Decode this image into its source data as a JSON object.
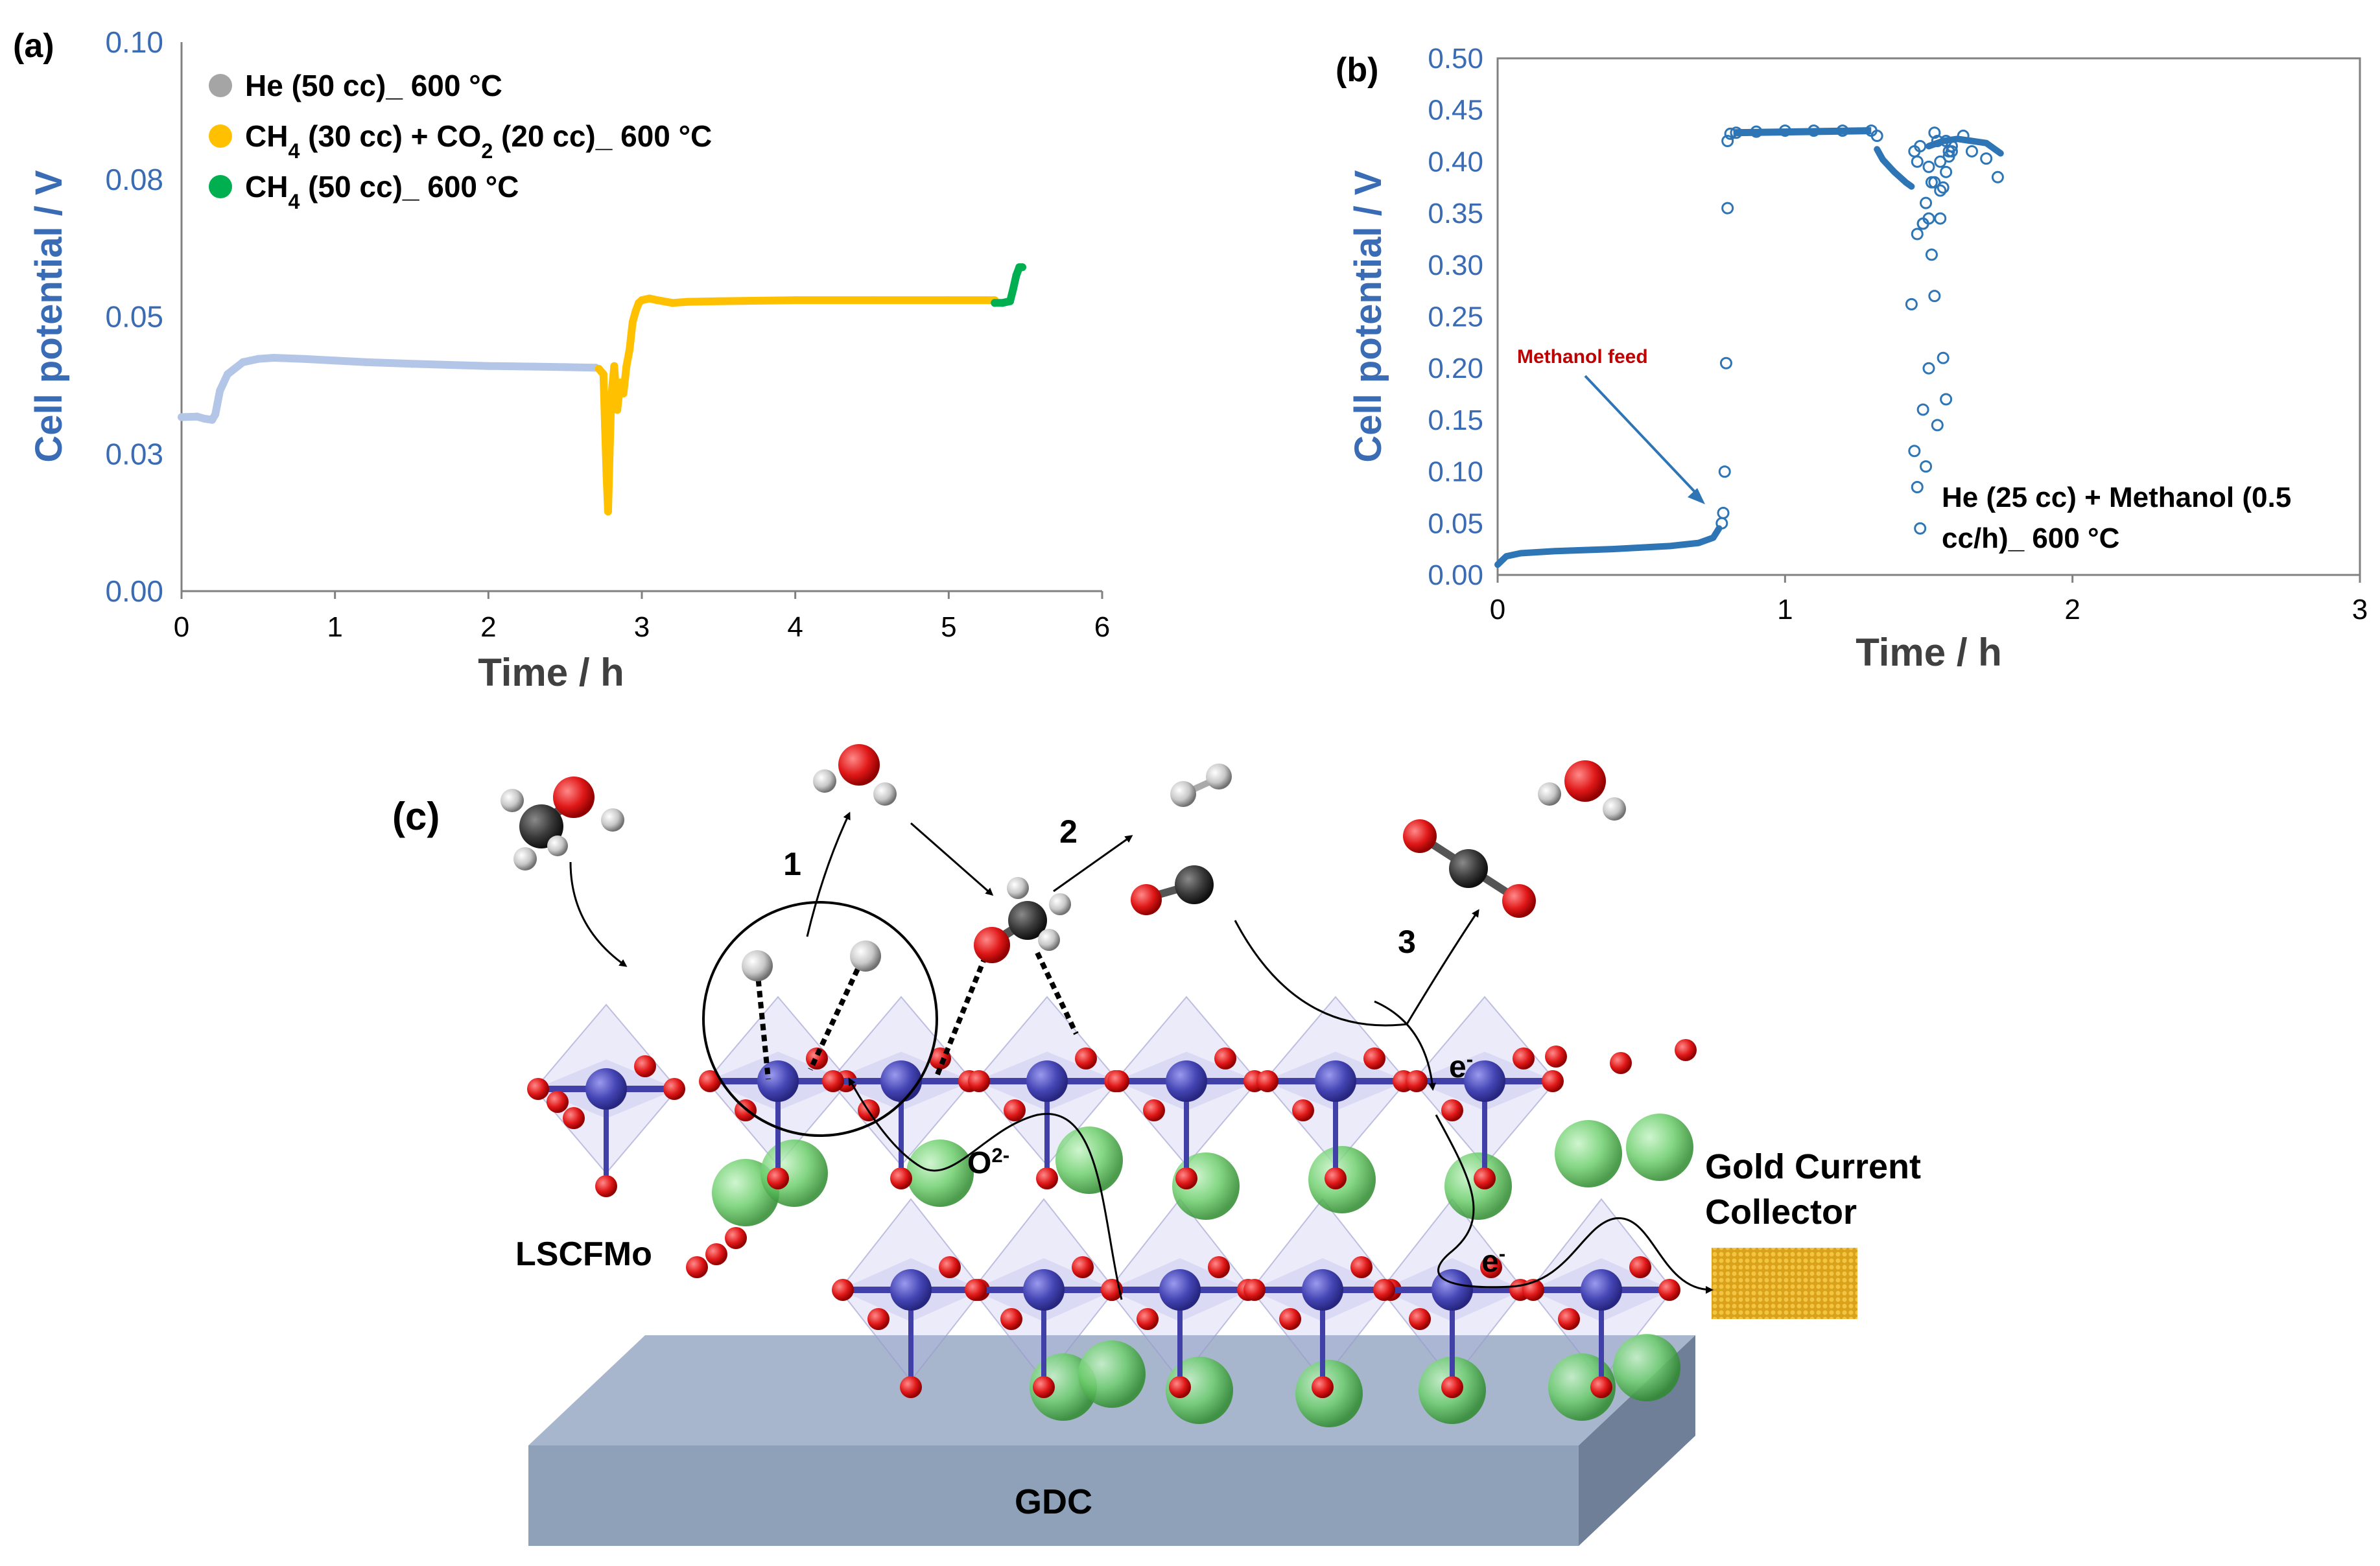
{
  "colors": {
    "axis_text": "#3a6bb5",
    "series_he": "#b4c6e7",
    "series_he_legend": "#a5a5a5",
    "series_ch4_co2": "#ffc000",
    "series_ch4": "#00b050",
    "series_b": "#2e75b6",
    "methanol_label": "#c00000",
    "oxygen": "#e02020",
    "metal": "#4a4ab0",
    "la_sr": "#5dc05d",
    "hydrogen": "#d0d0d0",
    "carbon": "#3a3a3a",
    "gdc": "#8fa2bd",
    "gold": "#e0a820"
  },
  "panel_a": {
    "label": "(a)",
    "legend": [
      {
        "html": "He (50 cc)_ 600 °C",
        "color_key": "series_he_legend"
      },
      {
        "html": "CH<tspan baseline-shift='sub' font-size='0.7em'>4</tspan> (30 cc) + CO<tspan baseline-shift='sub' font-size='0.7em'>2</tspan> (20 cc)_ 600 °C",
        "color_key": "series_ch4_co2"
      },
      {
        "html": "CH<tspan baseline-shift='sub' font-size='0.7em'>4</tspan> (50 cc)_ 600 °C",
        "color_key": "series_ch4"
      }
    ]
  },
  "panel_b": {
    "label": "(b)",
    "annotation": "Methanol feed",
    "condition_line1": "He (25 cc) + Methanol (0.5",
    "condition_line2": "cc/h)_ 600 °C"
  },
  "chart_data": [
    {
      "type": "scatter",
      "panel": "a",
      "xlabel": "Time / h",
      "ylabel": "Cell potential / V",
      "xlim": [
        0,
        6
      ],
      "ylim": [
        0,
        0.1
      ],
      "xticks": [
        0,
        1,
        2,
        3,
        4,
        5,
        6
      ],
      "xtick_labels": [
        "0",
        "1",
        "2",
        "3",
        "4",
        "5",
        "6"
      ],
      "yticks": [
        0,
        0.025,
        0.05,
        0.075,
        0.1
      ],
      "ytick_labels": [
        "0.00",
        "0.03",
        "0.05",
        "0.08",
        "0.10"
      ],
      "grid": false,
      "legend_position": "top-left",
      "series": [
        {
          "name": "He (50 cc)_ 600 °C",
          "color_key": "series_he",
          "x": [
            0,
            0.1,
            0.15,
            0.2,
            0.22,
            0.25,
            0.3,
            0.4,
            0.5,
            0.6,
            0.8,
            1.0,
            1.2,
            1.5,
            2.0,
            2.3,
            2.5,
            2.7
          ],
          "y": [
            0.0317,
            0.0318,
            0.0314,
            0.0312,
            0.0322,
            0.0365,
            0.0395,
            0.0417,
            0.0423,
            0.0425,
            0.0423,
            0.042,
            0.0417,
            0.0414,
            0.041,
            0.0409,
            0.0408,
            0.0407
          ]
        },
        {
          "name": "CH4 (30 cc) + CO2 (20 cc)_ 600 °C",
          "color_key": "series_ch4_co2",
          "x": [
            2.72,
            2.75,
            2.76,
            2.77,
            2.78,
            2.79,
            2.8,
            2.82,
            2.84,
            2.86,
            2.88,
            2.9,
            2.92,
            2.94,
            2.96,
            2.98,
            3.0,
            3.05,
            3.1,
            3.2,
            3.3,
            3.5,
            4.0,
            4.5,
            5.0,
            5.3
          ],
          "y": [
            0.0405,
            0.0395,
            0.03,
            0.021,
            0.0145,
            0.025,
            0.035,
            0.041,
            0.033,
            0.038,
            0.036,
            0.041,
            0.044,
            0.049,
            0.051,
            0.0525,
            0.053,
            0.0533,
            0.053,
            0.0525,
            0.0527,
            0.0528,
            0.053,
            0.053,
            0.053,
            0.053
          ]
        },
        {
          "name": "CH4 (50 cc)_ 600 °C",
          "color_key": "series_ch4",
          "x": [
            5.3,
            5.35,
            5.4,
            5.42,
            5.44,
            5.46,
            5.48
          ],
          "y": [
            0.0525,
            0.0525,
            0.0528,
            0.055,
            0.0575,
            0.059,
            0.059
          ]
        }
      ]
    },
    {
      "type": "scatter",
      "panel": "b",
      "xlabel": "Time / h",
      "ylabel": "Cell potential / V",
      "xlim": [
        0,
        3
      ],
      "ylim": [
        0,
        0.5
      ],
      "xticks": [
        0,
        1,
        2,
        3
      ],
      "xtick_labels": [
        "0",
        "1",
        "2",
        "3"
      ],
      "yticks": [
        0,
        0.05,
        0.1,
        0.15,
        0.2,
        0.25,
        0.3,
        0.35,
        0.4,
        0.45,
        0.5
      ],
      "ytick_labels": [
        "0.00",
        "0.05",
        "0.10",
        "0.15",
        "0.20",
        "0.25",
        "0.30",
        "0.35",
        "0.40",
        "0.45",
        "0.50"
      ],
      "grid": false,
      "series": [
        {
          "color_key": "series_b",
          "segments": [
            {
              "x": [
                0,
                0.03,
                0.08,
                0.2,
                0.4,
                0.6,
                0.7,
                0.75,
                0.77
              ],
              "y": [
                0.01,
                0.018,
                0.021,
                0.023,
                0.025,
                0.028,
                0.031,
                0.036,
                0.045
              ]
            },
            {
              "x": [
                1.32,
                1.34,
                1.36,
                1.38,
                1.4,
                1.42,
                1.44
              ],
              "y": [
                0.412,
                0.402,
                0.396,
                0.39,
                0.385,
                0.38,
                0.376
              ]
            },
            {
              "x": [
                1.5,
                1.55,
                1.6,
                1.65,
                1.7,
                1.75
              ],
              "y": [
                0.415,
                0.42,
                0.422,
                0.42,
                0.418,
                0.408
              ]
            }
          ],
          "points_x": [
            0.78,
            0.785,
            0.79,
            0.795,
            0.8,
            0.8,
            0.81,
            0.83,
            0.9,
            1.0,
            1.1,
            1.2,
            1.3,
            1.32,
            1.44,
            1.45,
            1.46,
            1.47,
            1.48,
            1.49,
            1.5,
            1.51,
            1.52,
            1.53,
            1.54,
            1.55,
            1.56,
            1.57,
            1.58,
            1.45,
            1.46,
            1.47,
            1.48,
            1.49,
            1.5,
            1.51,
            1.52,
            1.53,
            1.54,
            1.55,
            1.56,
            1.57,
            1.46,
            1.48,
            1.5,
            1.52,
            1.54,
            1.56,
            1.58,
            1.62,
            1.65,
            1.7,
            1.74
          ],
          "points_y": [
            0.05,
            0.06,
            0.1,
            0.205,
            0.355,
            0.42,
            0.427,
            0.428,
            0.429,
            0.43,
            0.43,
            0.43,
            0.43,
            0.425,
            0.262,
            0.12,
            0.085,
            0.045,
            0.16,
            0.105,
            0.2,
            0.31,
            0.27,
            0.145,
            0.345,
            0.21,
            0.17,
            0.405,
            0.41,
            0.41,
            0.4,
            0.415,
            0.34,
            0.36,
            0.395,
            0.38,
            0.428,
            0.42,
            0.4,
            0.375,
            0.39,
            0.41,
            0.33,
            0.34,
            0.345,
            0.38,
            0.372,
            0.42,
            0.415,
            0.425,
            0.41,
            0.403,
            0.385
          ]
        }
      ]
    }
  ],
  "panel_c": {
    "label": "(c)",
    "step1": "1",
    "step2": "2",
    "step3": "3",
    "oxide_ion": "O<tspan baseline-shift='super' font-size='0.65em'>2-</tspan>",
    "electron_1": "e<tspan baseline-shift='super' font-size='0.65em'>-</tspan>",
    "electron_2": "e<tspan baseline-shift='super' font-size='0.65em'>-</tspan>",
    "lscfmo": "LSCFMo",
    "gdc": "GDC",
    "gold_line1": "Gold Current",
    "gold_line2": "Collector"
  }
}
